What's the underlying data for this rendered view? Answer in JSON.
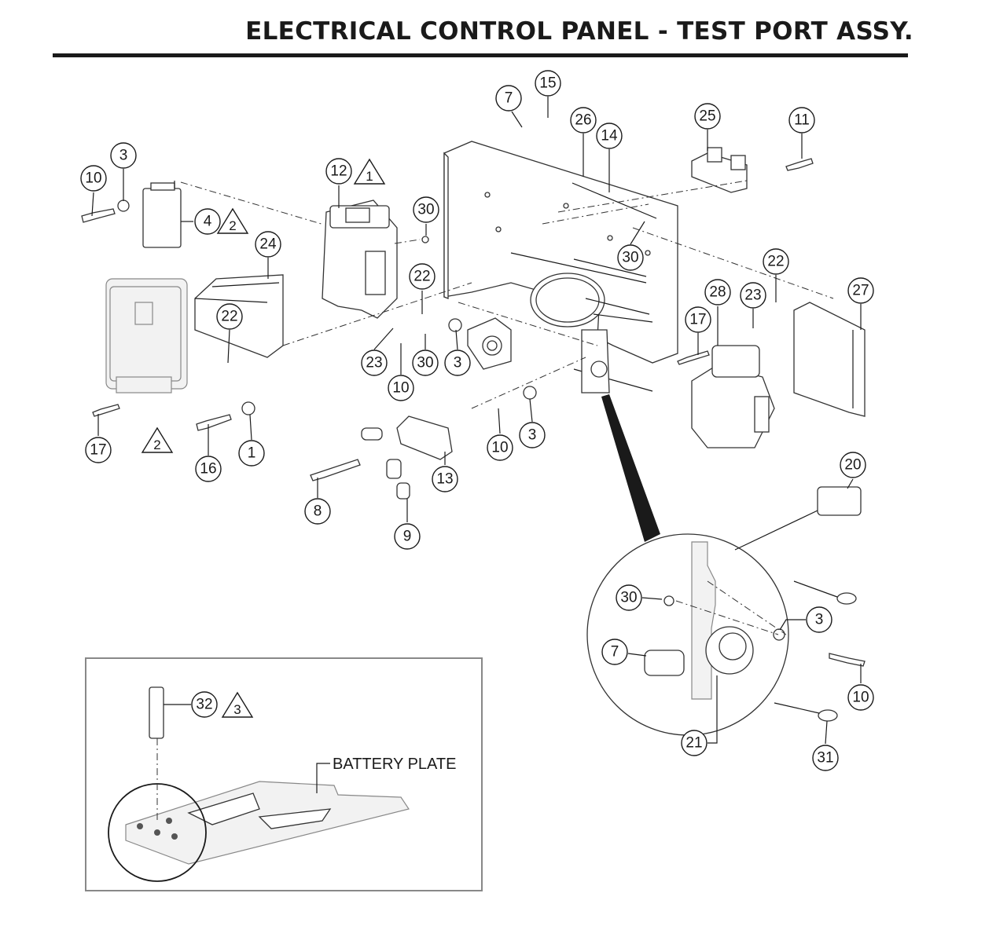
{
  "title": "ELECTRICAL CONTROL PANEL - TEST PORT ASSY.",
  "inset_label": "BATTERY PLATE",
  "callouts": [
    "10",
    "3",
    "4",
    "12",
    "30",
    "7",
    "15",
    "26",
    "14",
    "25",
    "11",
    "24",
    "22",
    "22",
    "23",
    "30",
    "3",
    "10",
    "30",
    "22",
    "28",
    "23",
    "27",
    "17",
    "17",
    "16",
    "1",
    "8",
    "13",
    "9",
    "10",
    "3",
    "20",
    "30",
    "3",
    "7",
    "10",
    "21",
    "31",
    "32"
  ],
  "notes": [
    "1",
    "2",
    "2",
    "3"
  ]
}
